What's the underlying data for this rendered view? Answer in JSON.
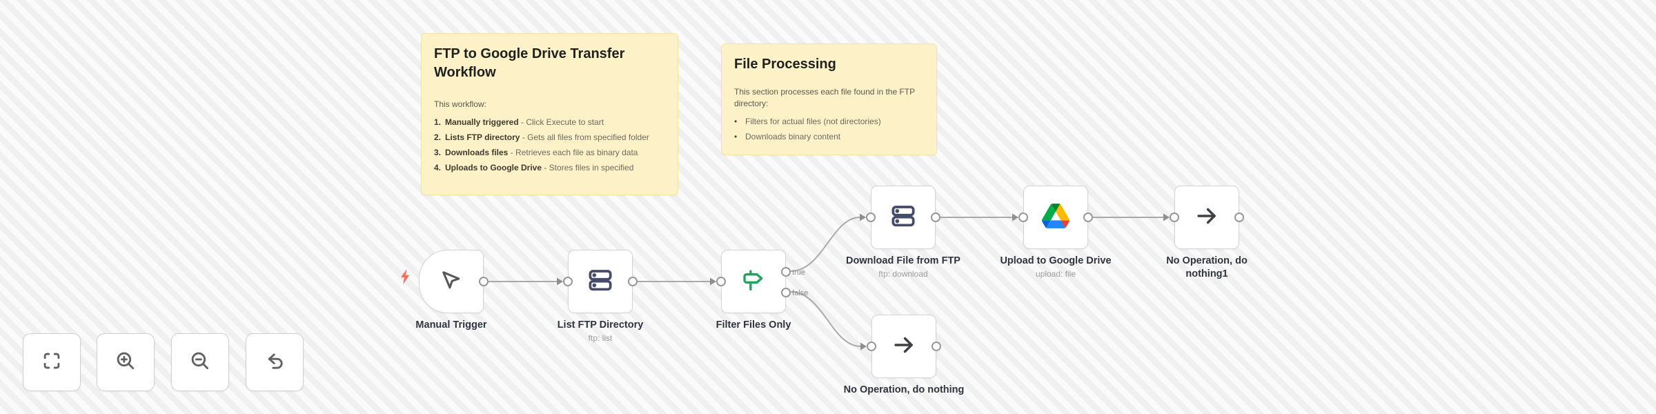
{
  "canvas": {
    "type": "workflow-editor"
  },
  "notes": [
    {
      "title": "FTP to Google Drive Transfer Workflow",
      "intro": "This workflow:",
      "items": [
        {
          "num": "1.",
          "bold": "Manually triggered",
          "rest": " - Click Execute to start"
        },
        {
          "num": "2.",
          "bold": "Lists FTP directory",
          "rest": " - Gets all files from specified folder"
        },
        {
          "num": "3.",
          "bold": "Downloads files",
          "rest": " - Retrieves each file as binary data"
        },
        {
          "num": "4.",
          "bold": "Uploads to Google Drive",
          "rest": " - Stores files in specified"
        }
      ]
    },
    {
      "title": "File Processing",
      "intro": "This section processes each file found in the FTP directory:",
      "bullet": "•",
      "items": [
        {
          "text": "Filters for actual files (not directories)"
        },
        {
          "text": "Downloads binary content"
        }
      ]
    }
  ],
  "nodes": [
    {
      "label": "Manual Trigger",
      "icon": "mouse-pointer-icon"
    },
    {
      "label": "List FTP Directory",
      "subtitle": "ftp: list",
      "icon": "server-icon"
    },
    {
      "label": "Filter Files Only",
      "icon": "signpost-icon",
      "outputs": [
        "true",
        "false"
      ]
    },
    {
      "label": "Download File from FTP",
      "subtitle": "ftp: download",
      "icon": "server-icon"
    },
    {
      "label": "Upload to Google Drive",
      "subtitle": "upload: file",
      "icon": "google-drive-icon"
    },
    {
      "label": "No Operation, do nothing1",
      "icon": "arrow-right-icon"
    },
    {
      "label": "No Operation, do nothing",
      "icon": "arrow-right-icon"
    }
  ],
  "controls": [
    {
      "icon": "fit-view-icon"
    },
    {
      "icon": "zoom-in-icon"
    },
    {
      "icon": "zoom-out-icon"
    },
    {
      "icon": "undo-icon"
    }
  ],
  "colors": {
    "sticky_bg": "#fdf1c8",
    "node_border": "#d4d4d6",
    "edge": "#a9a9a9",
    "filter_green": "#27a05c",
    "ftp_navy": "#454c6b",
    "trigger_bolt": "#ff6d5a",
    "drive_blue": "#2684fc",
    "drive_green": "#00ac47",
    "drive_yellow": "#ffba00",
    "drive_red": "#ea4335"
  }
}
